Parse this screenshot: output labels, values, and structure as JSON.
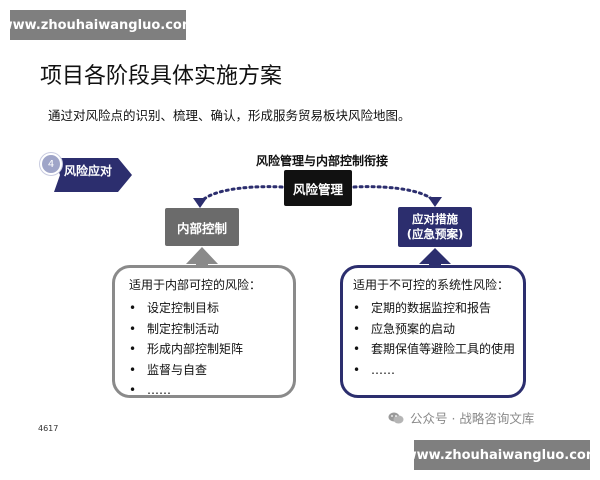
{
  "watermark": {
    "top": "www.zhouhaiwangluo.com",
    "bottom": "www.zhouhaiwangluo.com"
  },
  "slide": {
    "title": "项目各阶段具体实施方案",
    "subtitle": "通过对风险点的识别、梳理、确认，形成服务贸易板块风险地图。",
    "step_number": "4",
    "step_label": "风险应对",
    "page_number": "4617"
  },
  "diagram": {
    "heading": "风险管理与内部控制衔接",
    "center_node": "风险管理",
    "left_node": "内部控制",
    "right_node_line1": "应对措施",
    "right_node_line2": "(应急预案)",
    "left_panel": {
      "heading": "适用于内部可控的风险：",
      "items": [
        "设定控制目标",
        "制定控制活动",
        "形成内部控制矩阵",
        "监督与自查",
        "……"
      ]
    },
    "right_panel": {
      "heading": "适用于不可控的系统性风险：",
      "items": [
        "定期的数据监控和报告",
        "应急预案的启动",
        "套期保值等避险工具的使用",
        "……"
      ]
    },
    "bullet": "•"
  },
  "wechat": {
    "text": "公众号 · 战略咨询文库",
    "icon": "wechat-icon"
  },
  "colors": {
    "navy": "#2c2e6e",
    "gray_box": "#6b6b6b",
    "black_box": "#111111",
    "gray_border": "#8a8a8a",
    "step_badge": "#9fa5c8"
  }
}
